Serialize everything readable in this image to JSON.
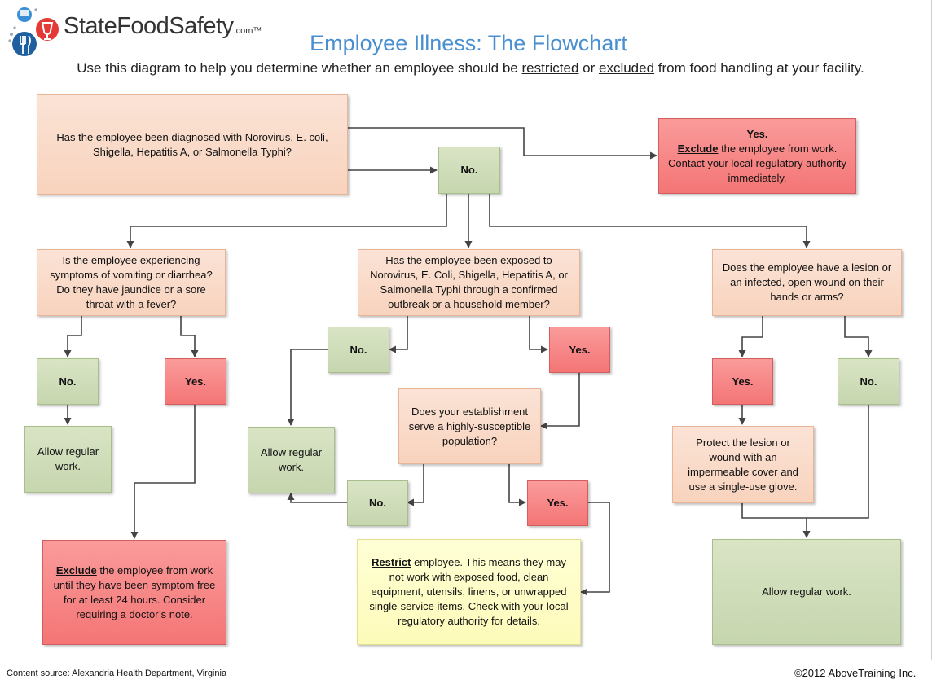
{
  "logo": {
    "brand": "StateFoodSafety",
    "suffix": ".com™"
  },
  "title": "Employee Illness: The Flowchart",
  "subtitle": {
    "p1": "Use this diagram to help you determine whether an employee should be ",
    "restricted": "restricted",
    "p2": " or ",
    "excluded": "excluded",
    "p3": " from food handling at your facility."
  },
  "nodes": {
    "q_diagnosed": {
      "a": "Has the employee been ",
      "u": "diagnosed",
      "b": " with Norovirus, E. coli, Shigella, Hepatitis A, or Salmonella Typhi?"
    },
    "yes_exclude_top": {
      "yes": "Yes.",
      "u": "Exclude",
      "b": " the employee from work. Contact your local regulatory authority immediately."
    },
    "no_top": "No.",
    "q_symptoms": "Is the employee experiencing symptoms of vomiting or diarrhea? Do they have jaundice or a sore throat with a fever?",
    "q_exposed": {
      "a": "Has the employee been ",
      "u": "exposed to",
      "b": " Norovirus, E. Coli, Shigella, Hepatitis A, or Salmonella Typhi through a confirmed outbreak or a household member?"
    },
    "q_lesion": "Does the employee have a lesion or an infected, open wound on their hands or arms?",
    "no_symptoms": "No.",
    "yes_symptoms": "Yes.",
    "allow_left": "Allow regular work.",
    "exclude_symptom": {
      "u": "Exclude",
      "b": " the employee from work until they have been symptom free for at least 24 hours. Consider requiring a doctor’s note."
    },
    "no_exposed": "No.",
    "yes_exposed": "Yes.",
    "allow_mid": "Allow regular work.",
    "q_population": "Does your establishment serve a highly-susceptible population?",
    "no_population": "No.",
    "yes_population": "Yes.",
    "restrict": {
      "u": "Restrict",
      "b": " employee. This means they may not work with exposed food, clean equipment, utensils, linens, or unwrapped single-service items. Check with your local regulatory authority for details."
    },
    "yes_lesion": "Yes.",
    "no_lesion": "No.",
    "protect": "Protect the lesion or wound with an impermeable cover and use a single-use glove.",
    "allow_right": "Allow regular work."
  },
  "footer": {
    "source": "Content source: Alexandria Health Department, Virginia",
    "copyright": "©2012 AboveTraining Inc."
  },
  "colors": {
    "question": "#f8d3bd",
    "no": "#c6d6ae",
    "yes": "#f47575",
    "restrict": "#fdfbb9",
    "title": "#4a8fd0",
    "connector": "#444444"
  }
}
